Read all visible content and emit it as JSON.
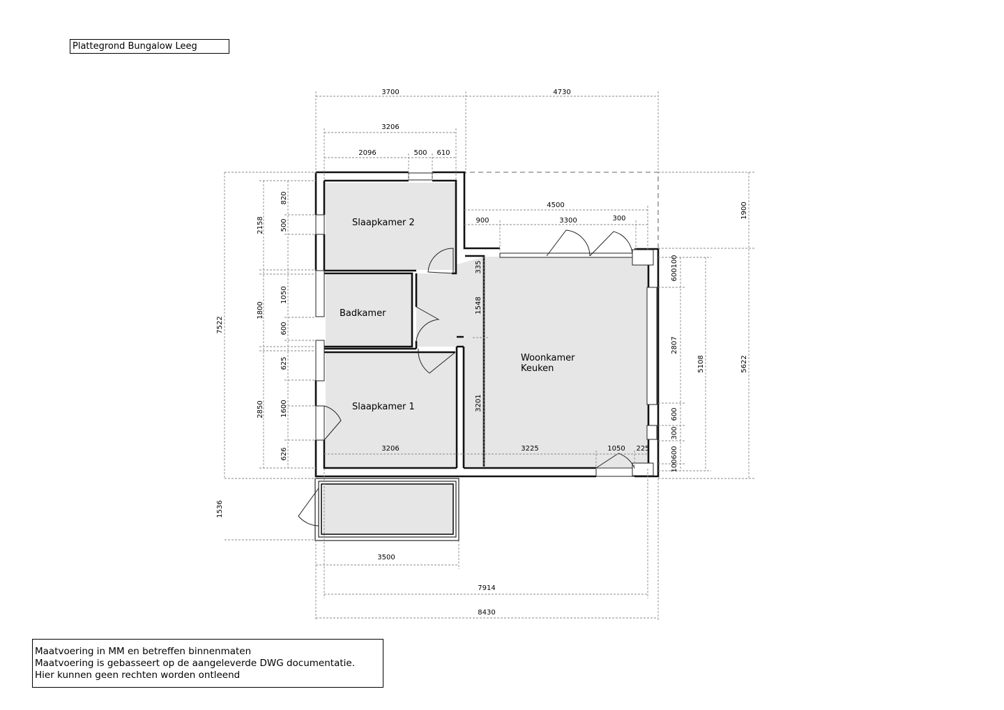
{
  "title": "Plattegrond Bungalow Leeg",
  "notes": [
    "Maatvoering in MM en betreffen binnenmaten",
    "Maatvoering is gebasseert op de aangeleverde DWG documentatie.",
    "Hier kunnen geen rechten worden ontleend"
  ],
  "rooms": {
    "slaapkamer2": "Slaapkamer 2",
    "badkamer": "Badkamer",
    "slaapkamer1": "Slaapkamer 1",
    "woonkamer_line1": "Woonkamer",
    "woonkamer_line2": "Keuken"
  },
  "dimensions": {
    "top_left": "3700",
    "top_right": "4730",
    "top_inner": "3206",
    "top_a": "2096",
    "top_b": "500",
    "top_c": "610",
    "terrace_total": "4500",
    "terrace_a": "900",
    "terrace_b": "3300",
    "terrace_c": "300",
    "right_top": "1900",
    "right_total": "5622",
    "right_inner": "5108",
    "right_100_top": "100",
    "right_600_top": "600",
    "right_2807": "2807",
    "right_600_mid": "600",
    "right_300": "300",
    "right_600_bot": "600",
    "right_100_bot": "100",
    "left_total": "7522",
    "left_2158": "2158",
    "left_1800": "1800",
    "left_2850": "2850",
    "left_820": "820",
    "left_500": "500",
    "left_1050": "1050",
    "left_600": "600",
    "left_625": "625",
    "left_1600": "1600",
    "left_626": "626",
    "left_335": "335",
    "left_1548": "1548",
    "left_3201": "3201",
    "bottom_3206": "3206",
    "bottom_3225": "3225",
    "bottom_1050": "1050",
    "bottom_225": "225",
    "storage_height": "1536",
    "storage_width": "3500",
    "bottom_inner": "7914",
    "bottom_total": "8430"
  }
}
